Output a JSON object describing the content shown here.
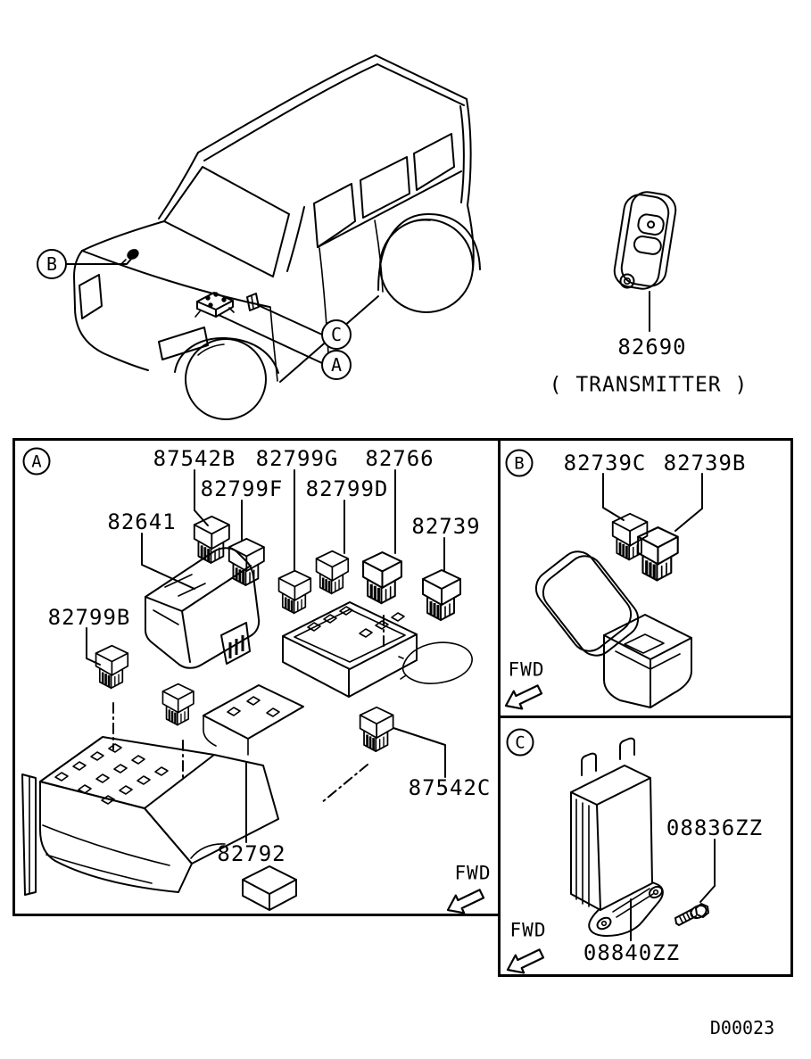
{
  "doc": {
    "code": "D00023"
  },
  "vehicle": {
    "callouts": {
      "a": "A",
      "b": "B",
      "c": "C"
    }
  },
  "transmitter": {
    "part": "82690",
    "caption": "( TRANSMITTER )"
  },
  "panel_a": {
    "letter": "A",
    "fwd": "FWD",
    "labels": [
      "87542B",
      "82799G",
      "82766",
      "82799F",
      "82799D",
      "82641",
      "82739",
      "82799B",
      "87542C",
      "82792"
    ]
  },
  "panel_b": {
    "letter": "B",
    "fwd": "FWD",
    "labels": [
      "82739C",
      "82739B"
    ]
  },
  "panel_c": {
    "letter": "C",
    "fwd": "FWD",
    "labels": [
      "08836ZZ",
      "08840ZZ"
    ]
  }
}
